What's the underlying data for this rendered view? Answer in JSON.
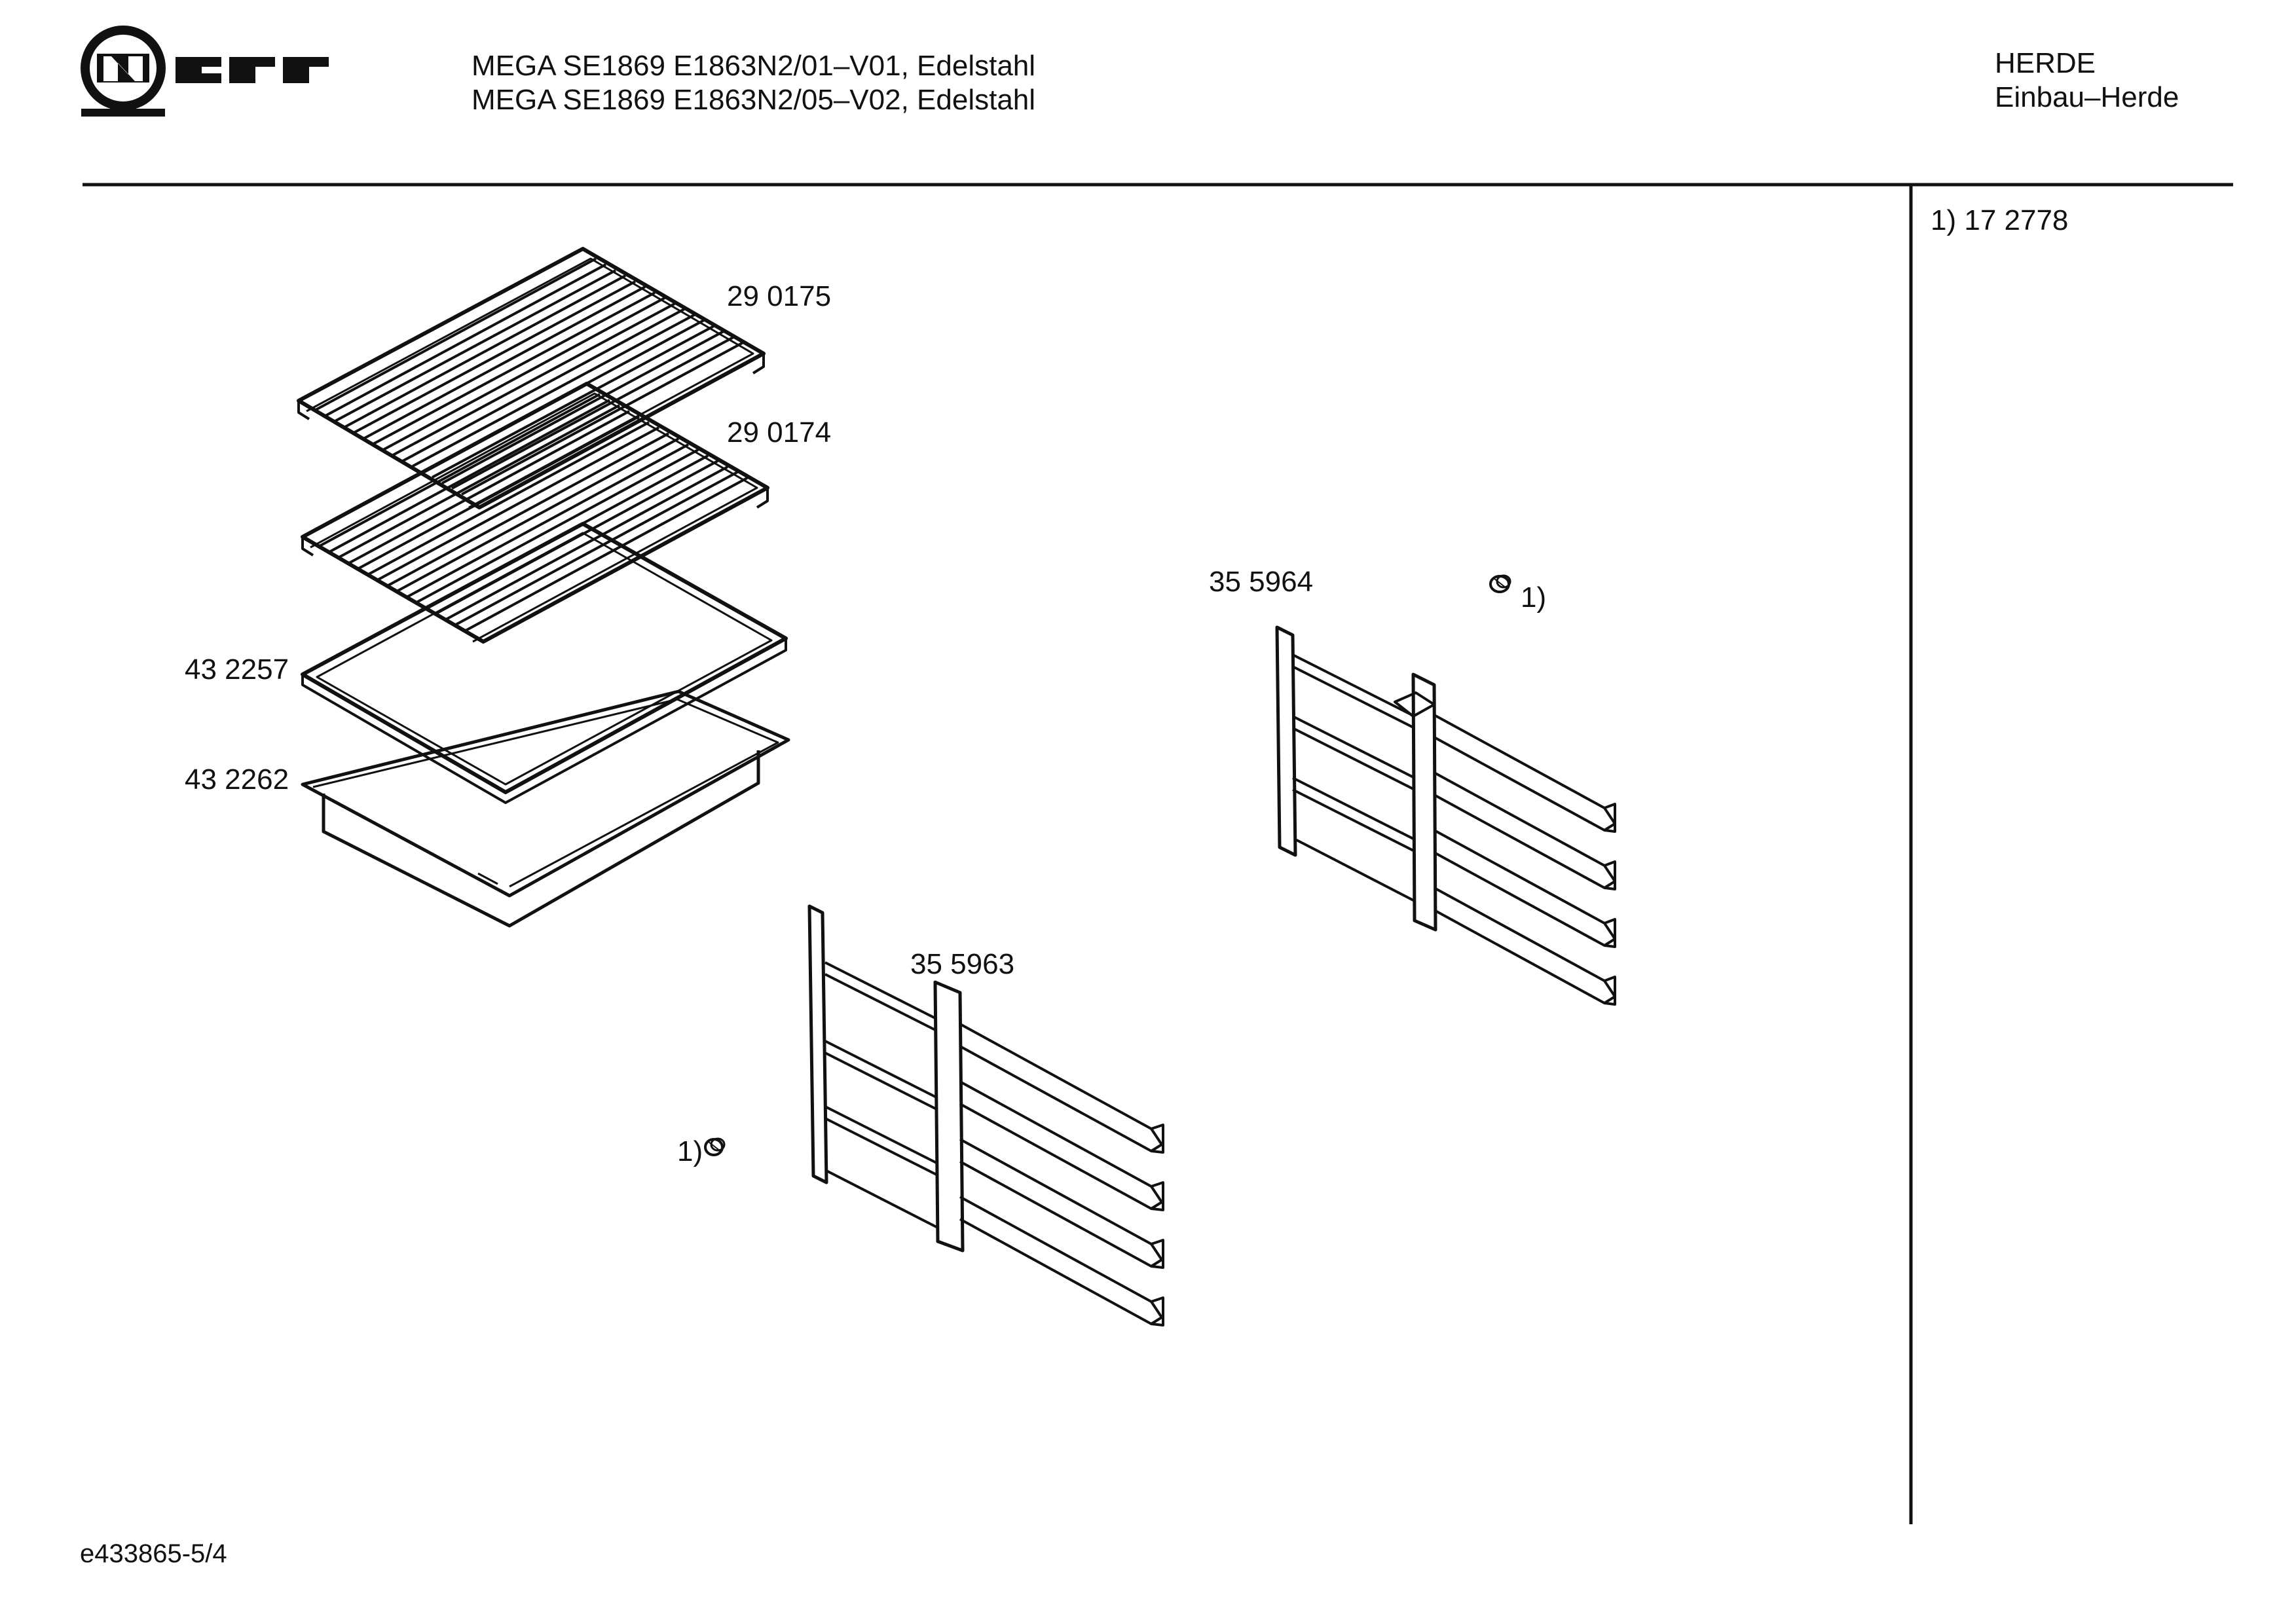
{
  "brand": {
    "name": "NEFF",
    "logo_icon": "neff-logo"
  },
  "header": {
    "models": [
      "MEGA SE1869 E1863N2/01–V01, Edelstahl",
      "MEGA SE1869 E1863N2/05–V02, Edelstahl"
    ],
    "category": "HERDE",
    "subcategory": "Einbau–Herde"
  },
  "legend": {
    "note": "1)  17 2778"
  },
  "parts": [
    {
      "number": "29 0175",
      "icon": "wire-rack-icon"
    },
    {
      "number": "29 0174",
      "icon": "wire-rack-icon"
    },
    {
      "number": "43 2257",
      "icon": "baking-tray-icon"
    },
    {
      "number": "43 2262",
      "icon": "deep-pan-icon"
    },
    {
      "number": "35 5964",
      "icon": "telescopic-rail-icon"
    },
    {
      "number": "35 5963",
      "icon": "telescopic-rail-icon"
    }
  ],
  "callouts": [
    "1)",
    "1)"
  ],
  "footer": {
    "doc_id": "e433865-5/4"
  }
}
